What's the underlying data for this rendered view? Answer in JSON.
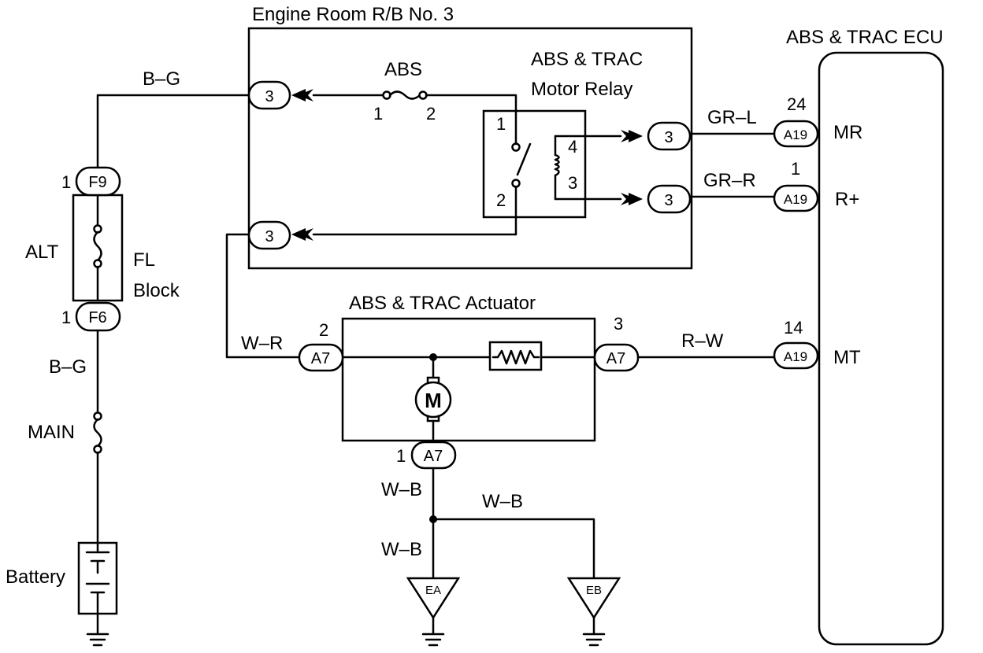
{
  "labels": {
    "engine_room_rb": "Engine Room R/B No. 3",
    "abs_trac_ecu": "ABS & TRAC ECU",
    "abs_fuse": "ABS",
    "relay_line1": "ABS & TRAC",
    "relay_line2": "Motor Relay",
    "actuator": "ABS & TRAC Actuator",
    "alt": "ALT",
    "fl_line1": "FL",
    "fl_line2": "Block",
    "main": "MAIN",
    "battery": "Battery",
    "motor": "M"
  },
  "wires": {
    "bg_top": "B–G",
    "bg_bottom": "B–G",
    "gr_l": "GR–L",
    "gr_r": "GR–R",
    "w_r": "W–R",
    "r_w": "R–W",
    "w_b_1": "W–B",
    "w_b_2": "W–B",
    "w_b_3": "W–B"
  },
  "connectors": {
    "rb_in": "3",
    "rb_gnd": "3",
    "rb_mr": "3",
    "rb_rplus": "3",
    "f9": "F9",
    "f6": "F6",
    "a7_left": "A7",
    "a7_right": "A7",
    "a7_bottom": "A7",
    "a19_mr": "A19",
    "a19_rplus": "A19",
    "a19_mt": "A19"
  },
  "pins": {
    "fuse_1": "1",
    "fuse_2": "2",
    "relay_1": "1",
    "relay_2": "2",
    "relay_3": "3",
    "relay_4": "4",
    "f9_pin": "1",
    "f6_pin": "1",
    "a7_left_pin": "2",
    "a7_right_pin": "3",
    "a7_bottom_pin": "1",
    "ecu_mr_pin": "24",
    "ecu_rplus_pin": "1",
    "ecu_mt_pin": "14"
  },
  "ecu_terminals": {
    "mr": "MR",
    "rplus": "R+",
    "mt": "MT"
  },
  "grounds": {
    "ea": "EA",
    "eb": "EB"
  }
}
